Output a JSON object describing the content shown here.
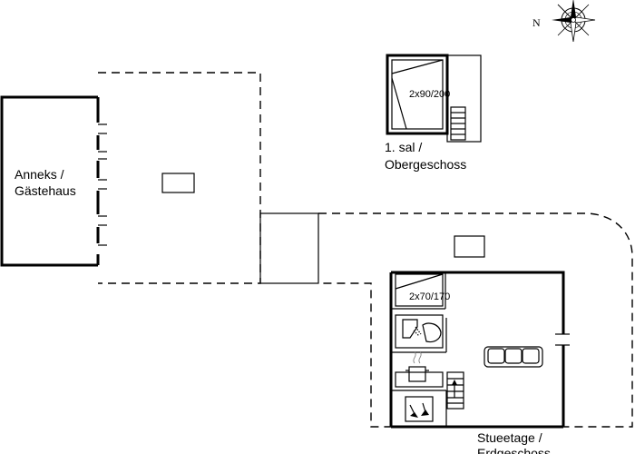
{
  "compass": {
    "north_label": "N"
  },
  "annex": {
    "label_line1": "Anneks /",
    "label_line2": "Gästehaus"
  },
  "upper_floor": {
    "label_line1": "1. sal /",
    "label_line2": "Obergeschoss",
    "bed_label": "2x90/200"
  },
  "ground_floor": {
    "label_line1": "Stueetage /",
    "label_line2": "Erdgeschoss",
    "bed_label": "2x70/170"
  }
}
